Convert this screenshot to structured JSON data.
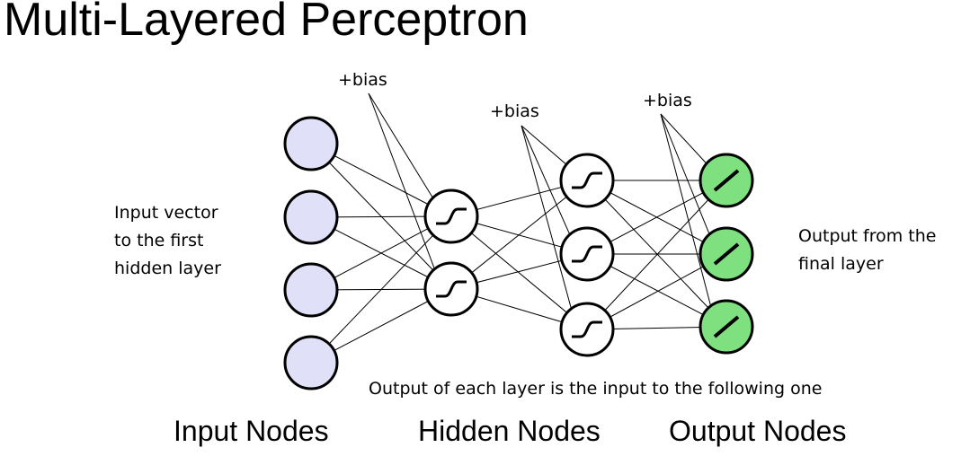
{
  "title": "Multi-Layered Perceptron",
  "diagram": {
    "layers": [
      {
        "name": "input",
        "nodes": 4,
        "fill": "#e0e1f8",
        "symbol": "none"
      },
      {
        "name": "hidden1",
        "nodes": 2,
        "fill": "#ffffff",
        "symbol": "sigmoid"
      },
      {
        "name": "hidden2",
        "nodes": 3,
        "fill": "#ffffff",
        "symbol": "sigmoid"
      },
      {
        "name": "output",
        "nodes": 3,
        "fill": "#7ee07e",
        "symbol": "linear"
      }
    ],
    "bias_label": "+bias",
    "input_note": [
      "Input vector",
      "to the first",
      "hidden layer"
    ],
    "output_note": [
      "Output from the",
      "final layer"
    ],
    "flow_note": "Output of each layer is the input to the following one"
  },
  "captions": {
    "input": "Input Nodes",
    "hidden": "Hidden Nodes",
    "output": "Output Nodes"
  }
}
